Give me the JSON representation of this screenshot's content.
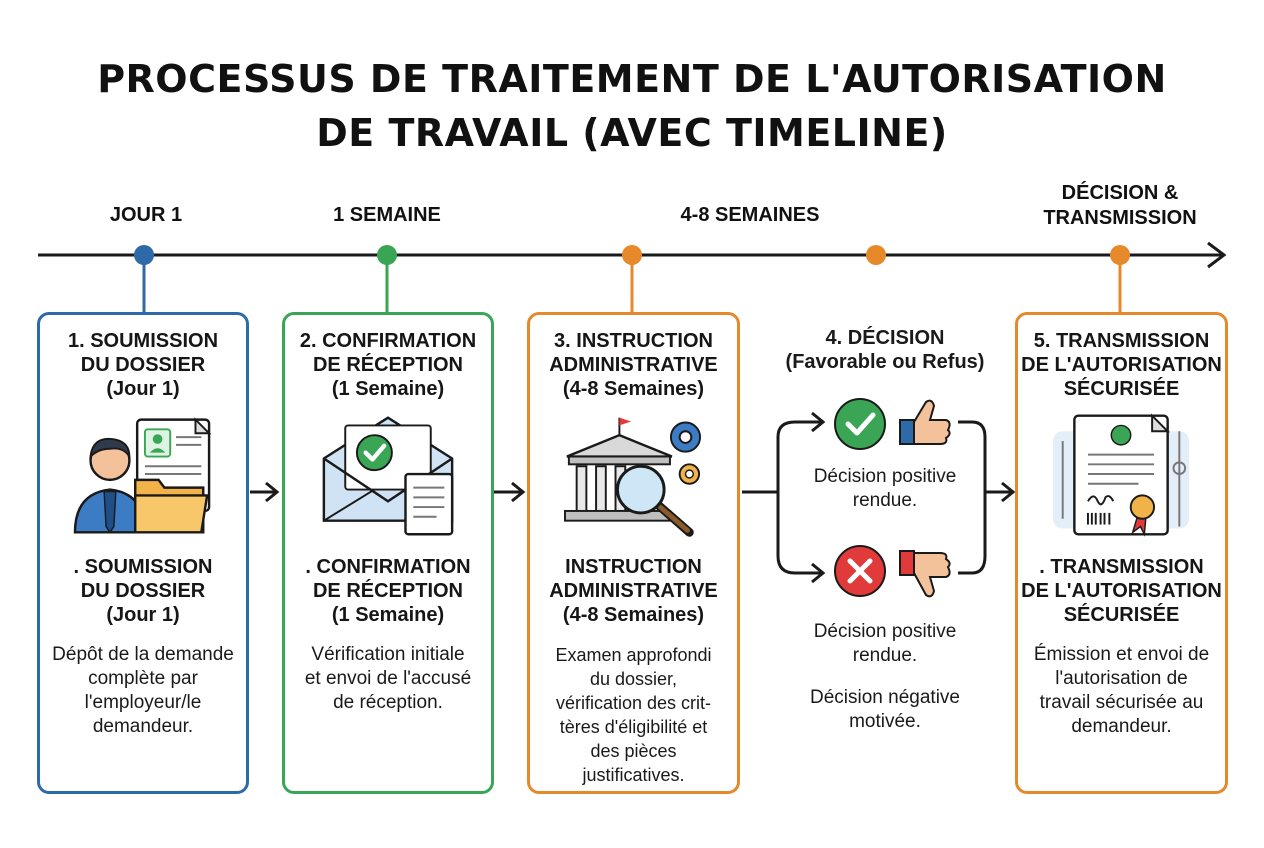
{
  "title_line1": "PROCESSUS DE TRAITEMENT DE L'AUTORISATION",
  "title_line2": "DE TRAVAIL (AVEC TIMELINE)",
  "timeline": {
    "label_jour1": "JOUR 1",
    "label_semaine": "1 SEMAINE",
    "label_48": "4-8 SEMAINES",
    "label_decision_l1": "DÉCISION &",
    "label_decision_l2": "TRANSMISSION"
  },
  "steps": [
    {
      "head": [
        "1. SOUMISSION",
        "DU DOSSIER",
        "(Jour 1)"
      ],
      "sub": [
        ". SOUMISSION",
        "DU DOSSIER",
        "(Jour 1)"
      ],
      "desc": [
        "Dépôt de la demande",
        "complète par",
        "l'employeur/le",
        "demandeur."
      ]
    },
    {
      "head": [
        "2. CONFIRMATION",
        "DE RÉCEPTION",
        "(1 Semaine)"
      ],
      "sub": [
        ". CONFIRMATION",
        "DE RÉCEPTION",
        "(1 Semaine)"
      ],
      "desc": [
        "Vérification initiale",
        "et envoi de l'accusé",
        "de réception."
      ]
    },
    {
      "head": [
        "3. INSTRUCTION",
        "ADMINISTRATIVE",
        "(4-8 Semaines)"
      ],
      "sub": [
        "INSTRUCTION",
        "ADMINISTRATIVE",
        "(4-8 Semaines)"
      ],
      "desc": [
        "Examen approfondi",
        "du dossier,",
        "vérification des crit-",
        "tères d'éligibilité et",
        "des pièces",
        "justificatives."
      ]
    },
    {
      "head": [
        "4. DÉCISION",
        "(Favorable ou Refus)"
      ],
      "positive": [
        "Décision positive",
        "rendue."
      ],
      "refusal_caption": [
        "Décision positive",
        "rendue."
      ],
      "negative": [
        "Décision négative",
        "motivée."
      ]
    },
    {
      "head": [
        "5. TRANSMISSION",
        "DE L'AUTORISATION",
        "SÉCURISÉE"
      ],
      "sub": [
        ". TRANSMISSION",
        "DE L'AUTORISATION",
        "SÉCURISÉE"
      ],
      "desc": [
        "Émission et envoi de",
        "l'autorisation de",
        "travail sécurisée au",
        "demandeur."
      ]
    }
  ],
  "colors": {
    "blue": "#2f6aa8",
    "green": "#3aa655",
    "orange": "#e6892b",
    "check_green": "#3aa655",
    "cross_red": "#e03a3a",
    "skin": "#f3c29b"
  }
}
